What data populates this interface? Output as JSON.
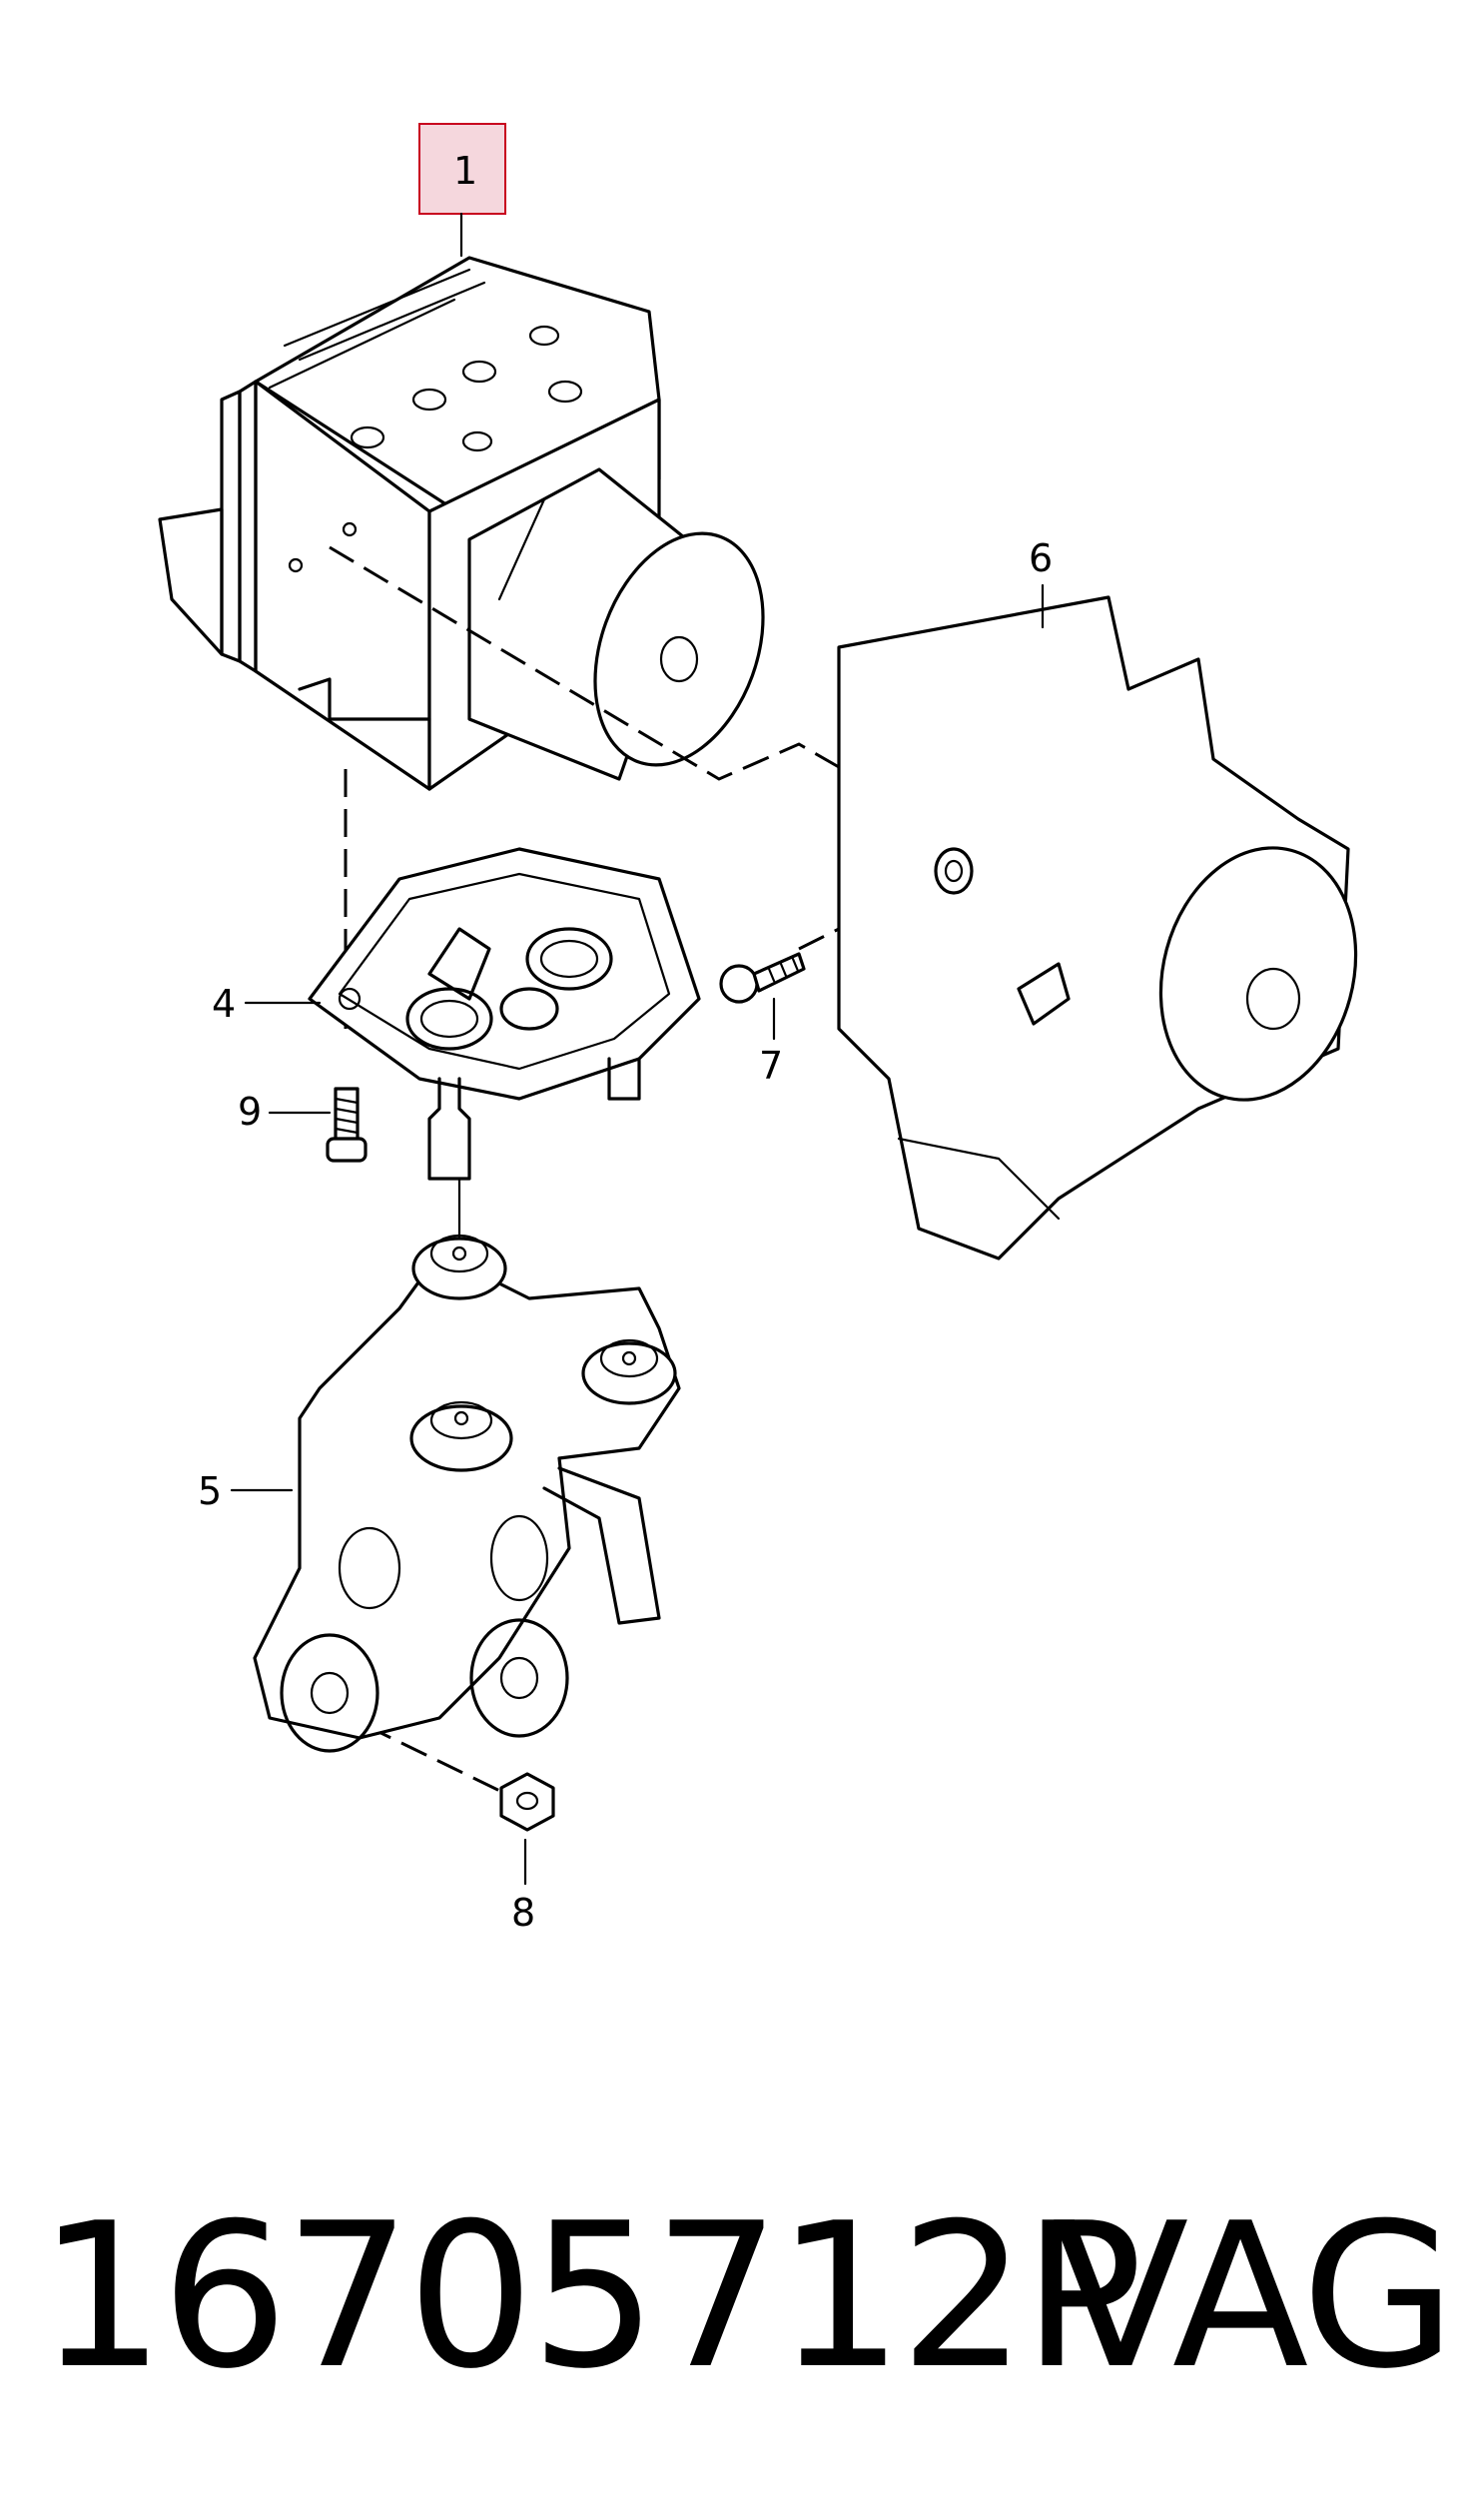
{
  "callouts": {
    "c1": "1",
    "c4": "4",
    "c5": "5",
    "c6": "6",
    "c7": "7",
    "c8": "8",
    "c9": "9"
  },
  "highlight_color": "#f5d7dd",
  "highlight_border": "#c8001e",
  "footer": {
    "part_number": "16705712P",
    "brand": "VAG"
  }
}
